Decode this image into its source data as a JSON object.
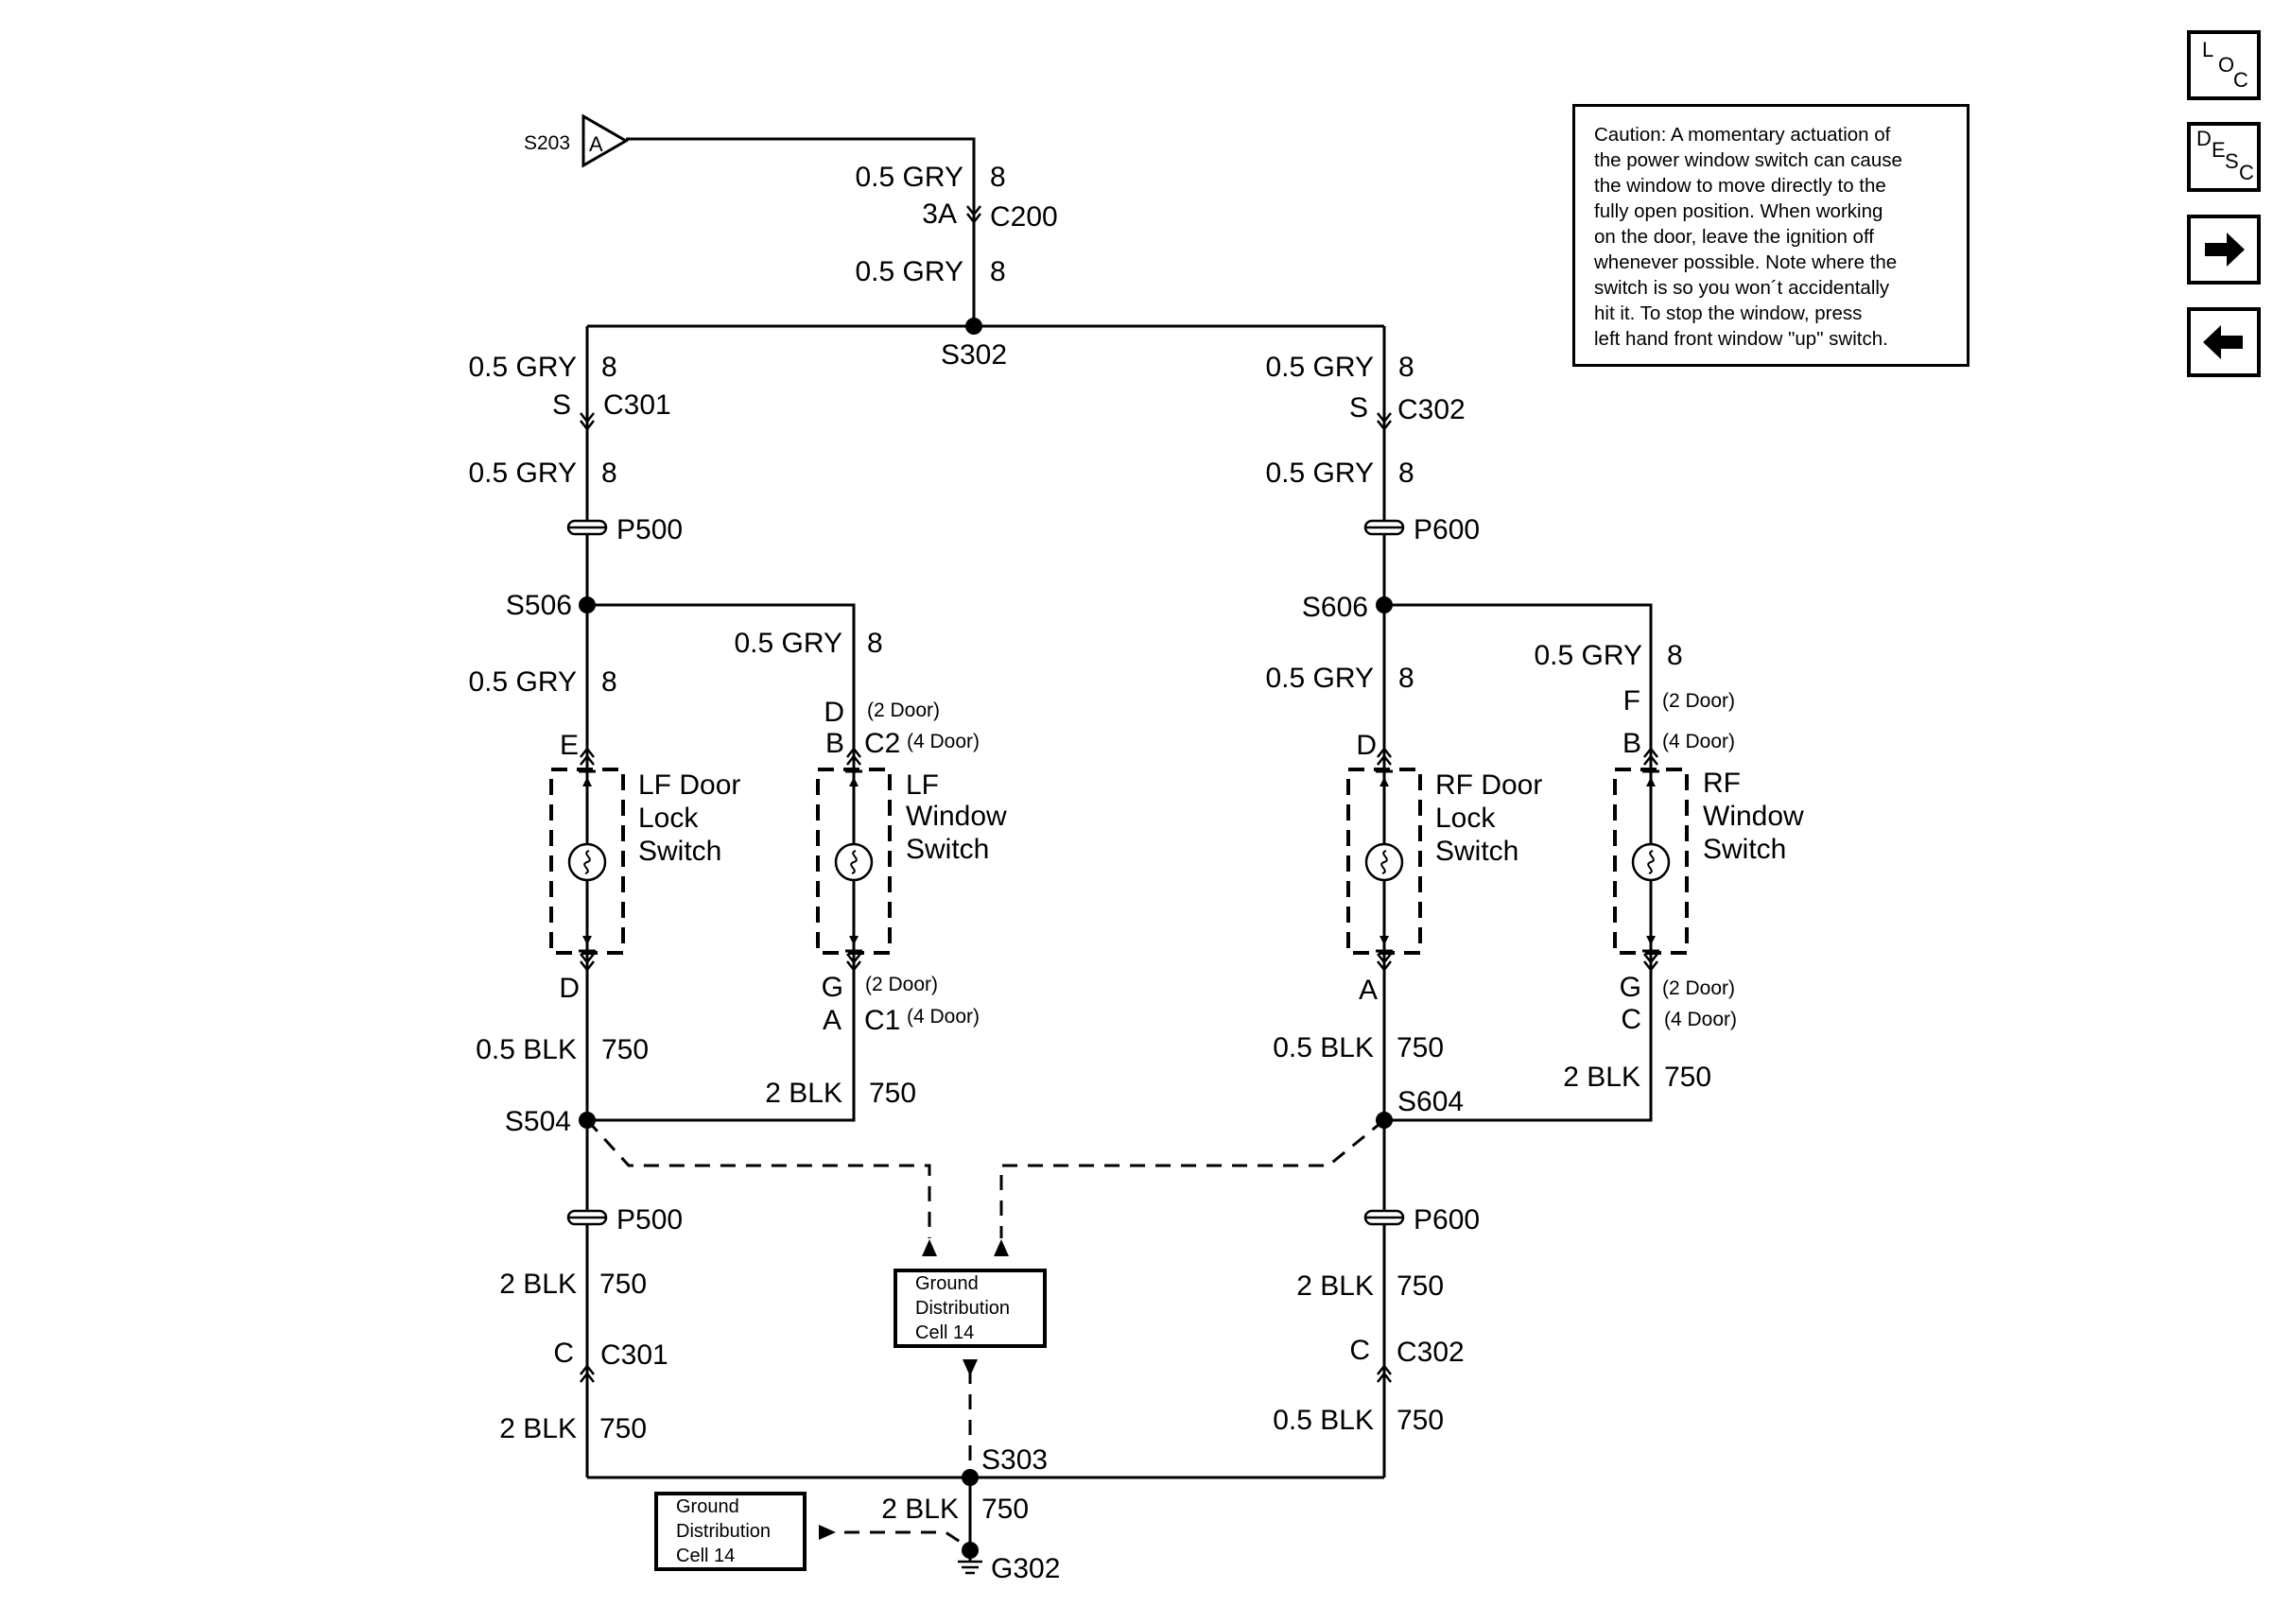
{
  "nav": {
    "loc": [
      "L",
      "O",
      "C"
    ],
    "desc": [
      "D",
      "E",
      "S",
      "C"
    ]
  },
  "caution_lines": [
    "Caution: A momentary actuation of",
    "the power window switch can cause",
    "the window to move directly to the",
    "fully open position. When working",
    "on the door, leave the ignition off",
    "whenever possible. Note where the",
    "switch is so you won´t accidentally",
    "hit it. To stop the window, press",
    "left hand front window \"up\" switch."
  ],
  "labels": {
    "s203": "S203",
    "s203_pin": "A",
    "gry05": "0.5 GRY",
    "w8": "8",
    "blk05": "0.5 BLK",
    "blk2": "2 BLK",
    "w750": "750",
    "c200": "C200",
    "c200_pin": "3A",
    "s302": "S302",
    "c301": "C301",
    "c302": "C302",
    "pin_s": "S",
    "p500": "P500",
    "p600": "P600",
    "s506": "S506",
    "s606": "S606",
    "s504": "S504",
    "s604": "S604",
    "s303": "S303",
    "g302": "G302",
    "c1": "C1",
    "c2": "C2",
    "door2": "(2 Door)",
    "door4": "(4 Door)",
    "pin_a": "A",
    "pin_b": "B",
    "pin_c": "C",
    "pin_d": "D",
    "pin_e": "E",
    "pin_f": "F",
    "pin_g": "G",
    "lf_lock": [
      "LF Door",
      "Lock",
      "Switch"
    ],
    "lf_window": [
      "LF",
      "Window",
      "Switch"
    ],
    "rf_lock": [
      "RF Door",
      "Lock",
      "Switch"
    ],
    "rf_window": [
      "RF",
      "Window",
      "Switch"
    ],
    "gdc": [
      "Ground",
      "Distribution",
      "Cell 14"
    ]
  }
}
